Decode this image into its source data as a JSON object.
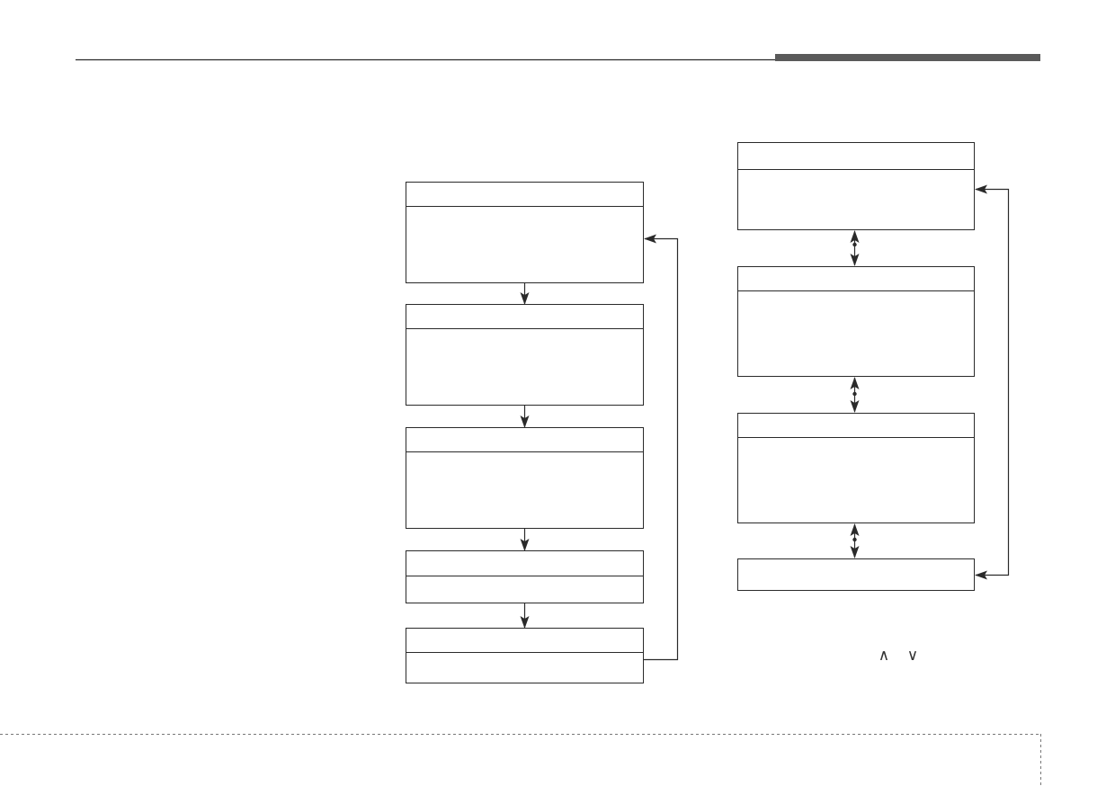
{
  "page": {
    "header_rule_color": "#2a2a2a",
    "header_tab_color": "#5a5a5a",
    "footer_dash_color": "#777777",
    "line_color": "#2a2a2a"
  },
  "left_flow": {
    "boxes": [
      {
        "title": "",
        "body": ""
      },
      {
        "title": "",
        "body": ""
      },
      {
        "title": "",
        "body": ""
      },
      {
        "title": "",
        "body": ""
      },
      {
        "title": "",
        "body": ""
      }
    ],
    "arrows": [
      "down-arrow",
      "down-arrow",
      "down-arrow",
      "down-arrow"
    ],
    "loop": "return-arrow-to-first-box"
  },
  "right_flow": {
    "boxes": [
      {
        "title": "",
        "body": ""
      },
      {
        "title": "",
        "body": ""
      },
      {
        "title": "",
        "body": ""
      },
      {
        "title": ""
      }
    ],
    "arrows": [
      "bidirectional-arrow",
      "bidirectional-arrow",
      "bidirectional-arrow"
    ],
    "loop": "bidirectional-link-first-and-last-box"
  },
  "legend": {
    "up_symbol": "∧",
    "down_symbol": "∨"
  }
}
